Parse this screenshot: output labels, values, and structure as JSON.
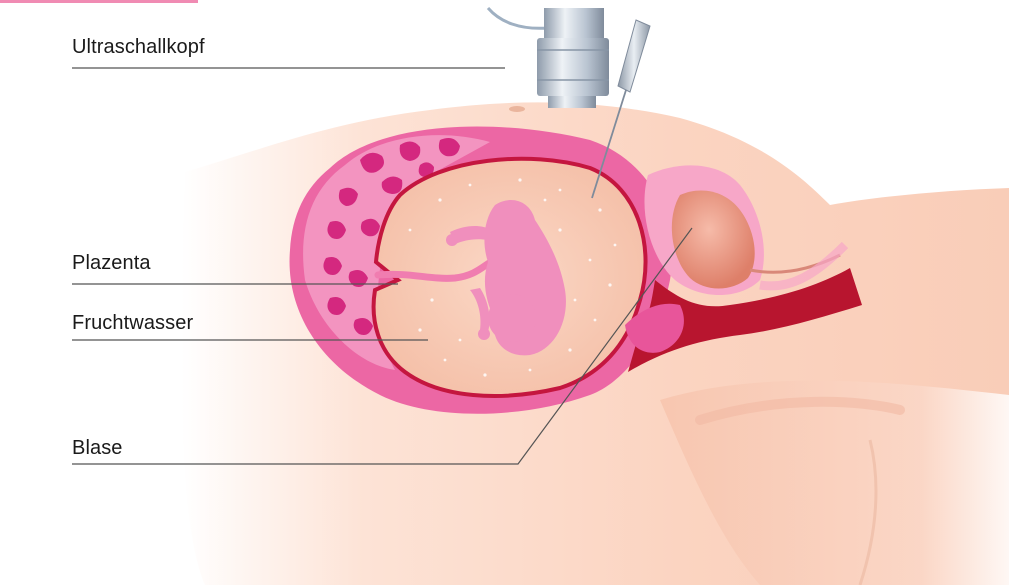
{
  "labels": {
    "probe": "Ultraschallkopf",
    "placenta": "Plazenta",
    "amniotic_fluid": "Fruchtwasser",
    "bladder": "Blase"
  },
  "colors": {
    "skin": "#fbd9c8",
    "uterus_wall": "#e8559a",
    "placenta_dark": "#d4287f",
    "amniotic": "#f7c9b5",
    "membrane": "#c4163f",
    "bladder": "#ec9a86",
    "vagina": "#b8152f",
    "probe": "#c9d3df",
    "label_line": "#555555"
  }
}
